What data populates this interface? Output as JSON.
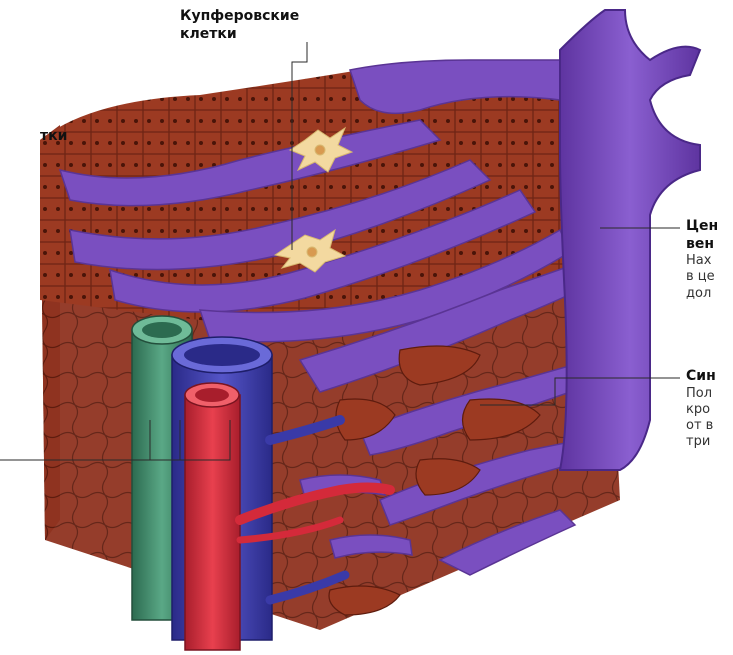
{
  "labels": {
    "kupffer": {
      "line1": "Купферовские",
      "line2": "клетки"
    },
    "hepatocytes_partial": "тки",
    "central_vein": {
      "title1": "Цен",
      "title2": "вен",
      "desc1": "Нах",
      "desc2": "в це",
      "desc3": "дол"
    },
    "sinusoids": {
      "title": "Син",
      "desc1": "Пол",
      "desc2": "кро",
      "desc3": "от в",
      "desc4": "три"
    }
  },
  "colors": {
    "tissue": "#9c3a22",
    "tissue_dark": "#6e2414",
    "tissue_light": "#c0603c",
    "sinusoid": "#7a4fc0",
    "sinusoid_light": "#9d78d6",
    "vein_central": "#7446b8",
    "portal_vein": "#3a3aa8",
    "hepatic_artery": "#d42a3a",
    "bile_duct": "#3f8b6a",
    "kupffer_cell": "#f3d9a0"
  }
}
